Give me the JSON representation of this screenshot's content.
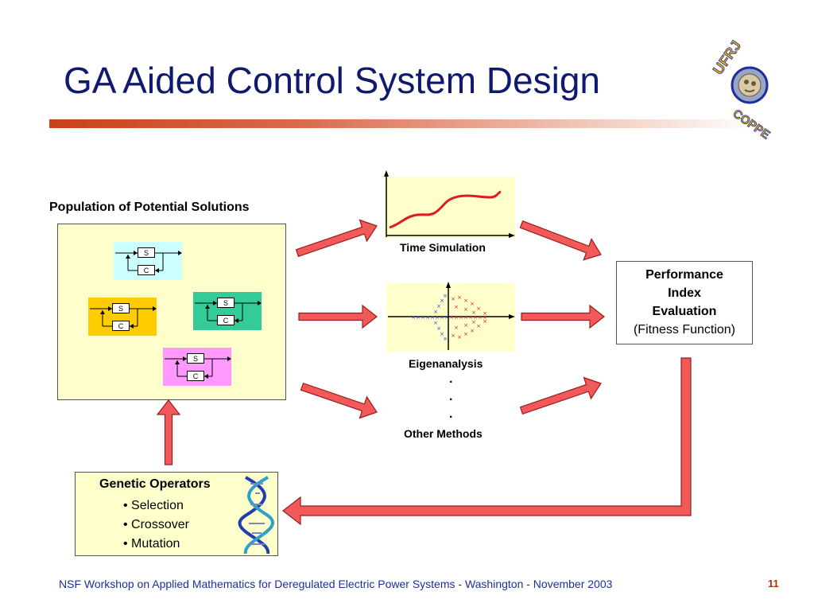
{
  "slide": {
    "title": "GA Aided Control System Design",
    "page_number": "11",
    "footer": "NSF Workshop on Applied Mathematics for Deregulated Electric Power Systems - Washington - November 2003"
  },
  "logo": {
    "text_top": "UFRJ",
    "text_bottom": "COPPE",
    "icon": "university-seal-icon"
  },
  "population": {
    "label": "Population of Potential Solutions",
    "blocks": [
      {
        "top": "S",
        "bottom": "C",
        "color": "#ccffff"
      },
      {
        "top": "S",
        "bottom": "C",
        "color": "#ffcc00"
      },
      {
        "top": "S",
        "bottom": "C",
        "color": "#33cc99"
      },
      {
        "top": "S",
        "bottom": "C",
        "color": "#ff99ff"
      }
    ]
  },
  "methods": {
    "time_simulation": "Time Simulation",
    "eigenanalysis": "Eigenanalysis",
    "dots": [
      ".",
      ".",
      "."
    ],
    "other_methods": "Other Methods"
  },
  "performance": {
    "line1": "Performance",
    "line2": "Index",
    "line3": "Evaluation",
    "subtitle": "(Fitness Function)"
  },
  "genetic": {
    "title": "Genetic Operators",
    "items": [
      "• Selection",
      "• Crossover",
      "• Mutation"
    ],
    "icon": "dna-icon"
  },
  "colors": {
    "title": "#0f1a6e",
    "arrow_fill": "#f25a5a",
    "arrow_stroke": "#9a1c1c",
    "panel_bg": "#ffffcc",
    "curve": "#e01b1b"
  }
}
